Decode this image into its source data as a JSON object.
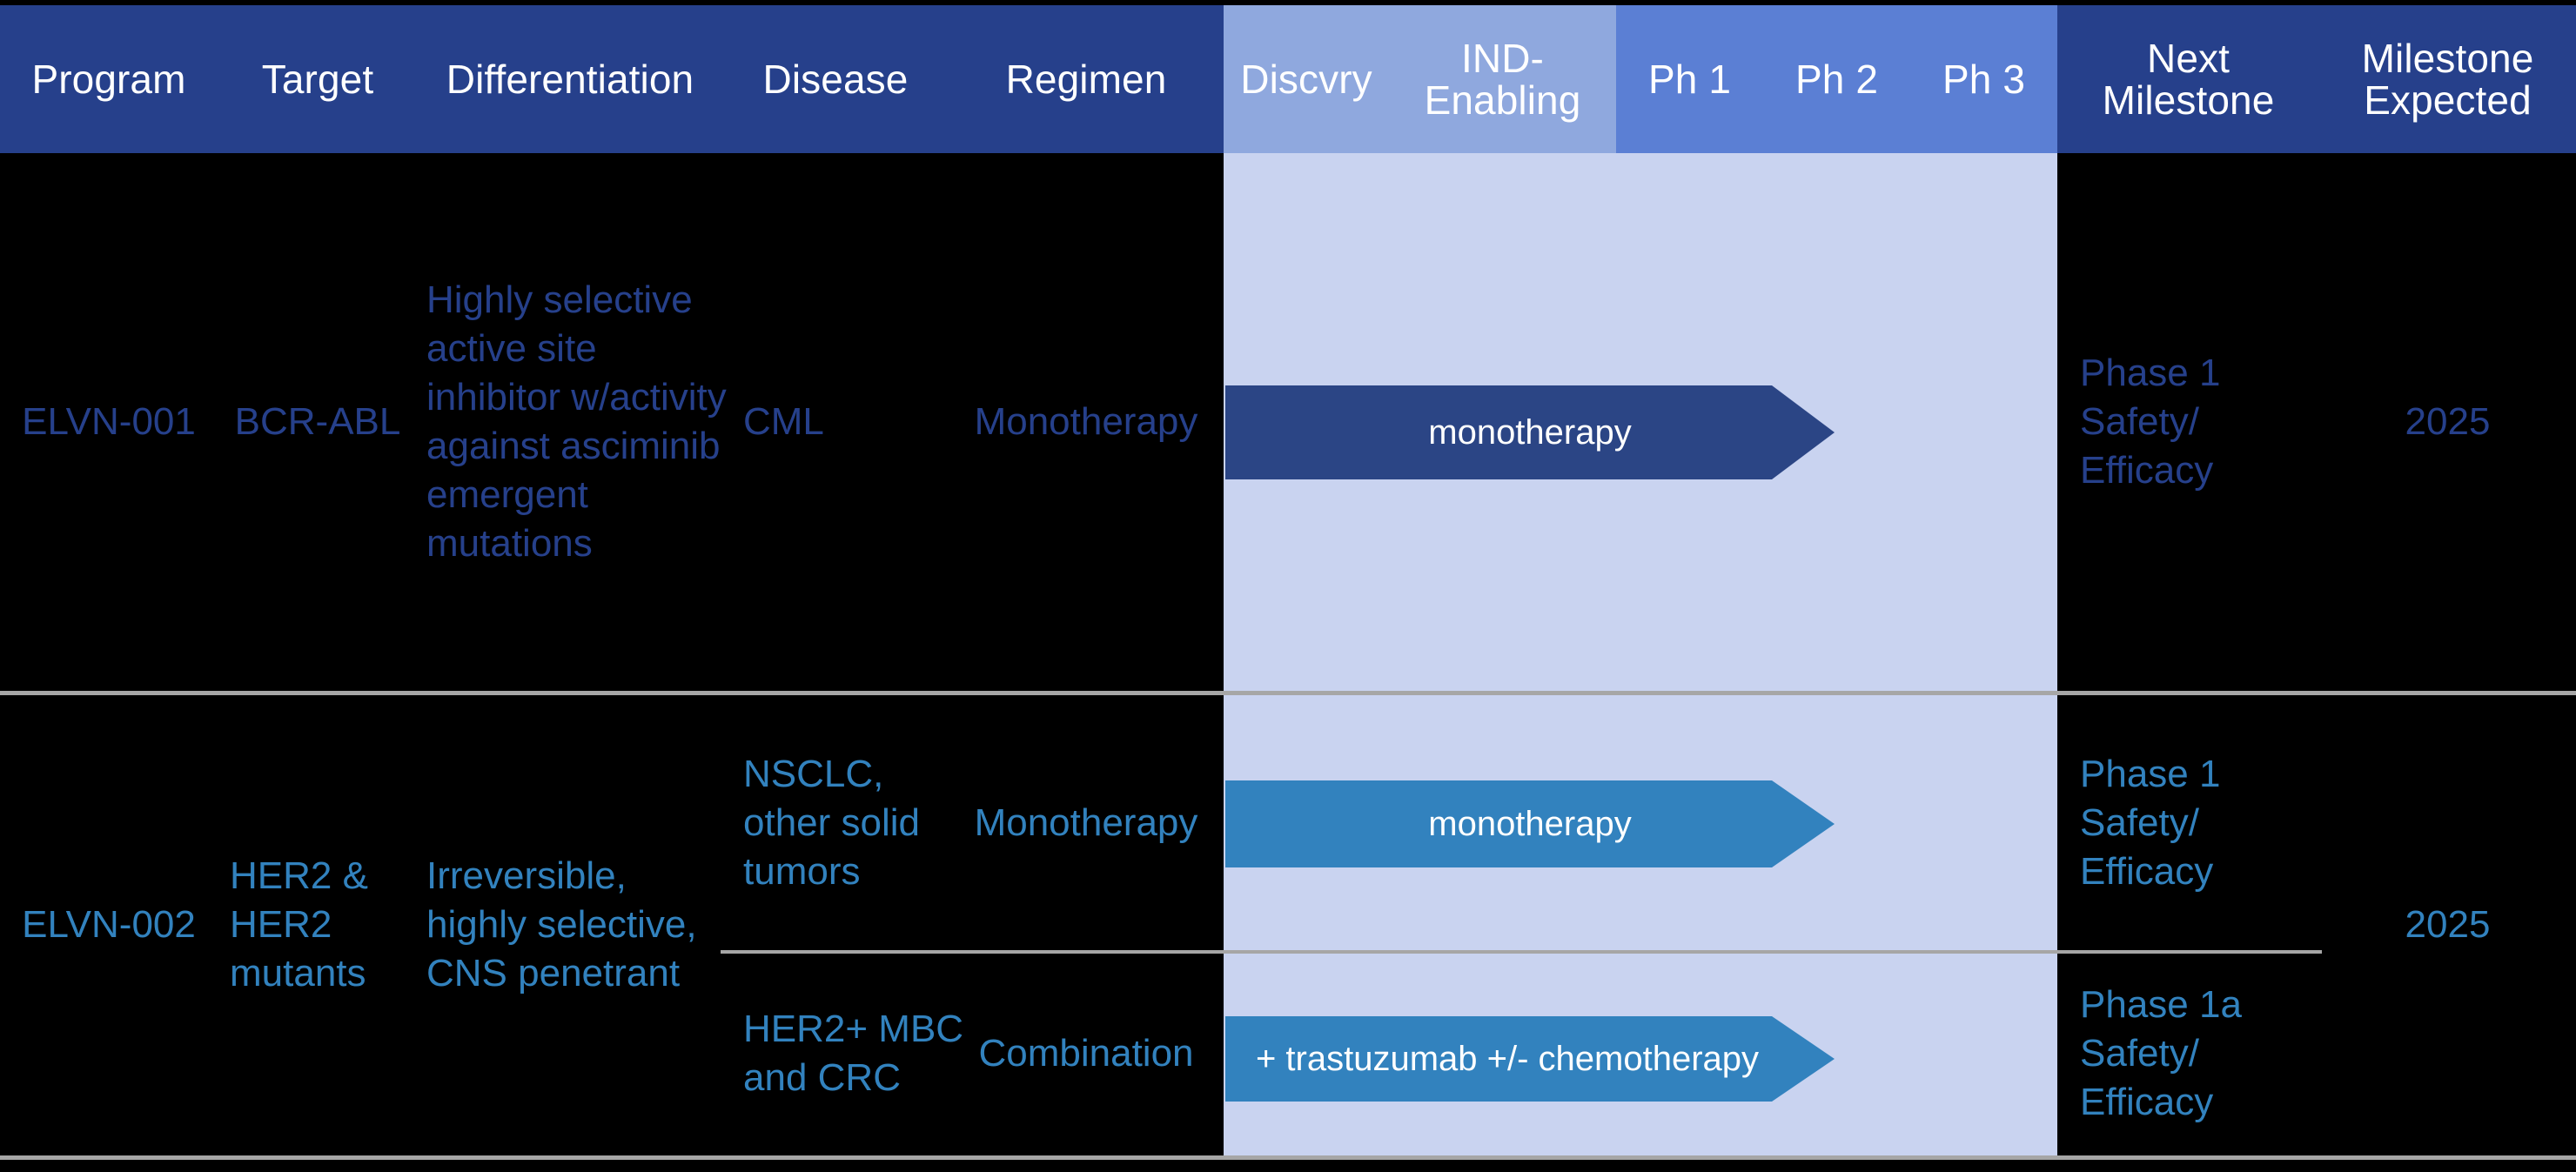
{
  "colors": {
    "header_navy": "#26408B",
    "header_preclinical": "#8FA8DE",
    "header_clinical": "#5B7FD4",
    "phase_band_body": "#C9D3F0",
    "row1_accent": "#26408B",
    "row2_accent": "#3282BE",
    "arrow_dark": "#2B4585",
    "arrow_light": "#3282BE",
    "divider": "#A6A6A6",
    "background": "#000000"
  },
  "header": {
    "columns": [
      {
        "label": "Program"
      },
      {
        "label": "Target"
      },
      {
        "label": "Differentiation"
      },
      {
        "label": "Disease"
      },
      {
        "label": "Regimen"
      }
    ],
    "phases": [
      {
        "label": "Discvry",
        "group": "preclinical"
      },
      {
        "label": "IND-\nEnabling",
        "group": "preclinical"
      },
      {
        "label": "Ph 1",
        "group": "clinical"
      },
      {
        "label": "Ph 2",
        "group": "clinical"
      },
      {
        "label": "Ph 3",
        "group": "clinical"
      }
    ],
    "right_columns": [
      {
        "label": "Next\nMilestone"
      },
      {
        "label": "Milestone\nExpected"
      }
    ]
  },
  "chart_data": {
    "type": "table",
    "title": "Pipeline",
    "categories": [
      "Discvry",
      "IND-Enabling",
      "Ph 1",
      "Ph 2",
      "Ph 3"
    ],
    "rows": [
      {
        "program": "ELVN-001",
        "target": "BCR-ABL",
        "differentiation": "Highly selective active site inhibitor w/activity against asciminib emergent mutations",
        "milestone_expected": "2025",
        "accent": "#26408B",
        "indications": [
          {
            "disease": "CML",
            "regimen": "Monotherapy",
            "bar_label": "monotherapy",
            "bar_color": "#2B4585",
            "bar_start_phase": "Discvry",
            "bar_end_phase": "Ph 1",
            "next_milestone": "Phase 1 Safety/ Efficacy"
          }
        ]
      },
      {
        "program": "ELVN-002",
        "target": "HER2 & HER2 mutants",
        "differentiation": "Irreversible, highly selective, CNS penetrant",
        "milestone_expected": "2025",
        "accent": "#3282BE",
        "indications": [
          {
            "disease": "NSCLC, other solid tumors",
            "regimen": "Monotherapy",
            "bar_label": "monotherapy",
            "bar_color": "#3282BE",
            "bar_start_phase": "Discvry",
            "bar_end_phase": "Ph 1",
            "next_milestone": "Phase 1 Safety/ Efficacy"
          },
          {
            "disease": "HER2+ MBC and CRC",
            "regimen": "Combination",
            "bar_label": "+ trastuzumab +/- chemotherapy",
            "bar_color": "#3282BE",
            "bar_start_phase": "Discvry",
            "bar_end_phase": "Ph 1",
            "next_milestone": "Phase 1a Safety/ Efficacy"
          }
        ]
      }
    ]
  },
  "rows": [
    {
      "program": "ELVN-001",
      "target": "BCR-ABL",
      "differentiation": "Highly selective active site inhibitor w/activity against asciminib emergent mutations",
      "disease": "CML",
      "regimen": "Monotherapy",
      "bar_label": "monotherapy",
      "next_milestone": "Phase 1 Safety/ Efficacy",
      "milestone_expected": "2025"
    },
    {
      "program": "ELVN-002",
      "target": "HER2 & HER2 mutants",
      "differentiation": "Irreversible, highly selective, CNS penetrant",
      "milestone_expected": "2025",
      "sub": [
        {
          "disease": "NSCLC, other solid tumors",
          "regimen": "Monotherapy",
          "bar_label": "monotherapy",
          "next_milestone": "Phase 1 Safety/ Efficacy"
        },
        {
          "disease": "HER2+ MBC and CRC",
          "regimen": "Combination",
          "bar_label": "+ trastuzumab +/- chemotherapy",
          "next_milestone": "Phase 1a Safety/ Efficacy"
        }
      ]
    }
  ]
}
